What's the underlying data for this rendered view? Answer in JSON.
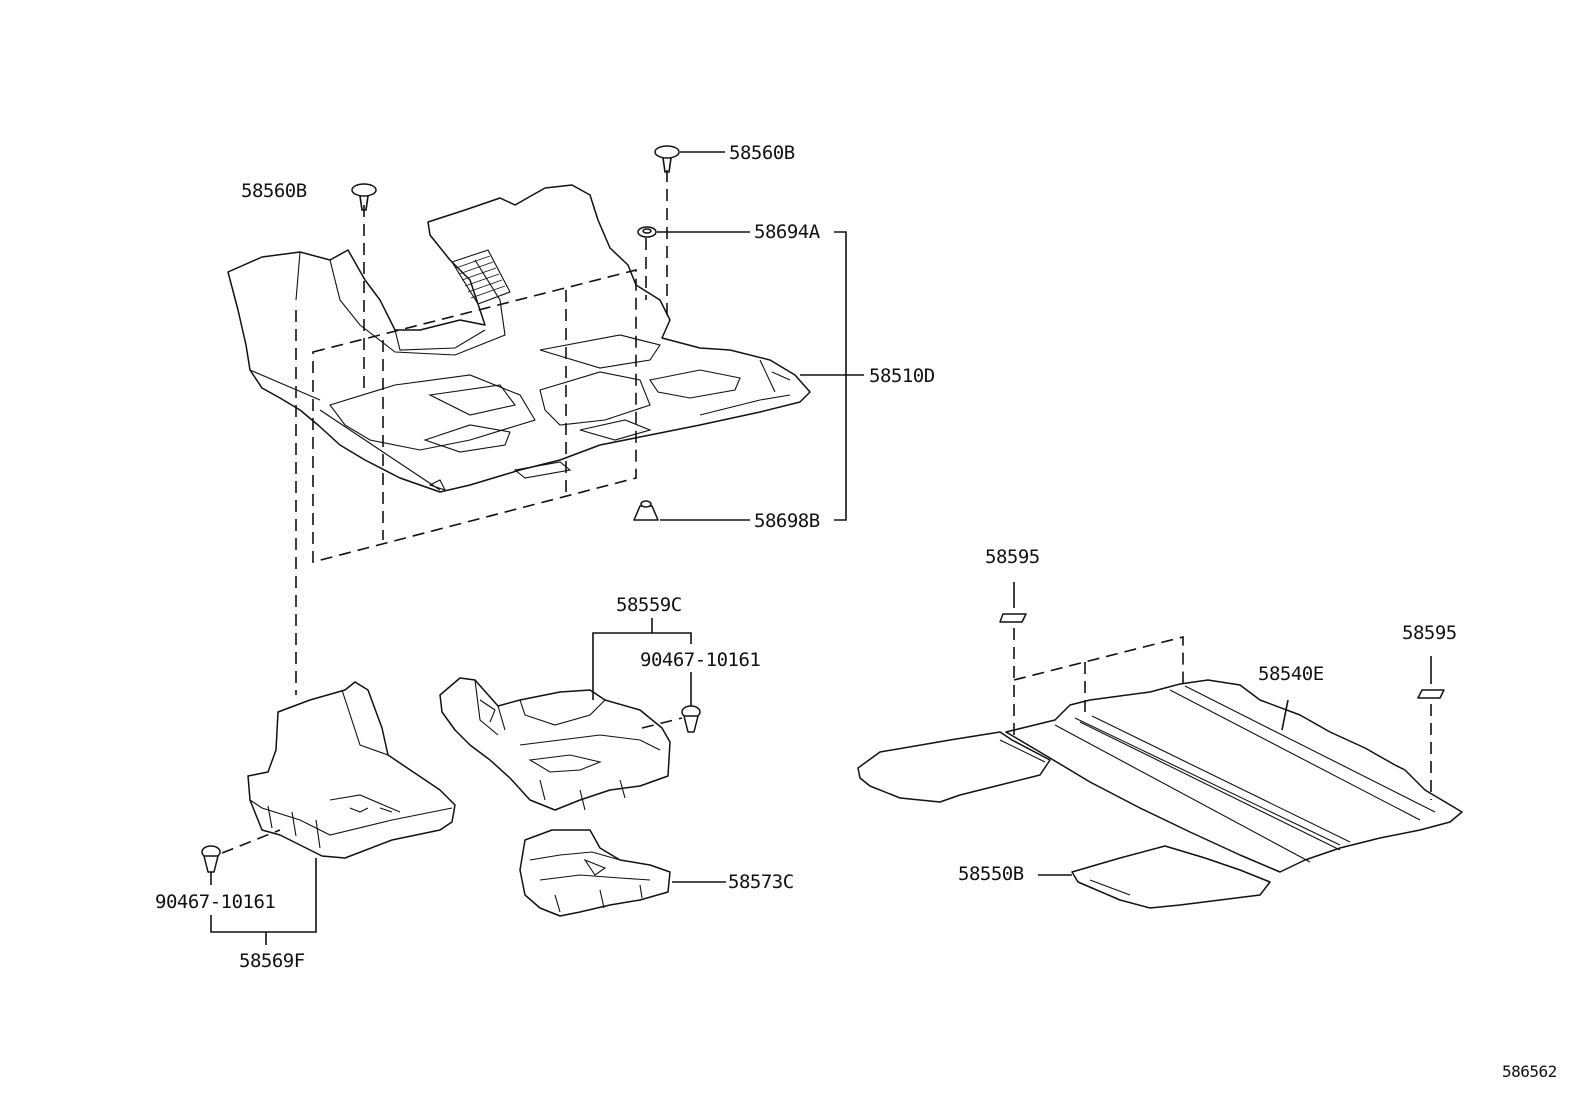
{
  "labels": {
    "clip_58560B_left": "58560B",
    "clip_58560B_right": "58560B",
    "hook_58694A": "58694A",
    "carpet_58510D": "58510D",
    "hook_58698B": "58698B",
    "pad_58559C": "58559C",
    "clip_90467_top": "90467-10161",
    "pad_58573C": "58573C",
    "clip_90467_bottom": "90467-10161",
    "pad_58569F": "58569F",
    "tag_58595_left": "58595",
    "tag_58595_right": "58595",
    "mat_58540E": "58540E",
    "mat_58550B": "58550B",
    "diagram_id": "586562"
  },
  "icons": {
    "clip": "push-clip-icon",
    "hook": "floor-hook-icon",
    "tag": "tag-icon"
  }
}
